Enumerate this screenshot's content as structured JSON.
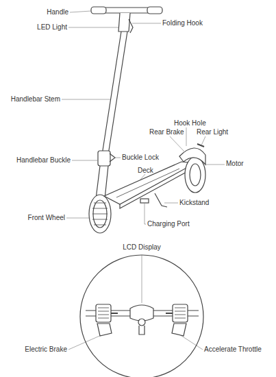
{
  "diagram": {
    "labels": [
      "Handle",
      "LED Light",
      "Folding Hook",
      "Handlebar Stem",
      "Hook Hole",
      "Rear Brake",
      "Rear Light",
      "Motor",
      "Handlebar Buckle",
      "Buckle Lock",
      "Deck",
      "Kickstand",
      "Front Wheel",
      "Charging Port",
      "LCD Display",
      "Electric Brake",
      "Accelerate Throttle"
    ]
  }
}
